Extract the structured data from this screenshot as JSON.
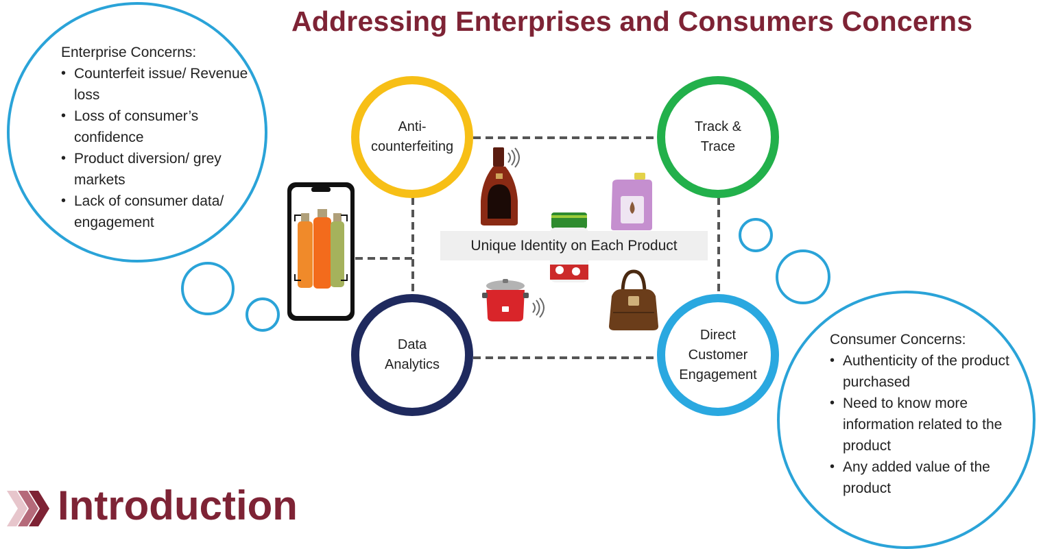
{
  "title": "Addressing Enterprises and Consumers Concerns",
  "section_heading": "Introduction",
  "enterprise_concerns": {
    "heading": "Enterprise Concerns:",
    "items": [
      "Counterfeit issue/ Revenue loss",
      "Loss of consumer’s confidence",
      "Product diversion/ grey markets",
      "Lack of consumer data/ engagement"
    ]
  },
  "consumer_concerns": {
    "heading": "Consumer Concerns:",
    "items": [
      "Authenticity of the product purchased",
      "Need to know more information related to the product",
      "Any added value of the product"
    ]
  },
  "nodes": {
    "anti_counterfeiting": "Anti-counterfeiting",
    "track_trace": "Track & Trace",
    "data_analytics": "Data Analytics",
    "direct_engagement": "Direct Customer Engagement"
  },
  "center_label": "Unique Identity on Each Product",
  "colors": {
    "title": "#7e2335",
    "bubble": "#2aa3d8",
    "anti_counterfeiting": "#f7bf16",
    "track_trace": "#22b04b",
    "data_analytics": "#1f2a5e",
    "direct_engagement": "#2aa8e0",
    "connector": "#555555"
  },
  "icons": [
    "chevrons-icon",
    "smartphone-icon",
    "bottle-icon",
    "jar-icon",
    "jerrycan-icon",
    "rice-cooker-icon",
    "handbag-icon",
    "wireless-signal-icon"
  ]
}
